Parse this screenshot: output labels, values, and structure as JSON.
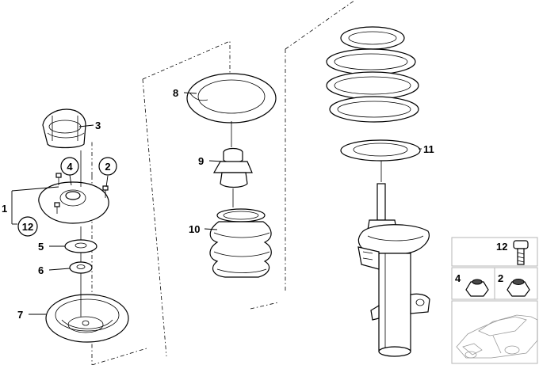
{
  "callouts": {
    "c1": "1",
    "c2": "2",
    "c3": "3",
    "c4": "4",
    "c5": "5",
    "c6": "6",
    "c7": "7",
    "c8": "8",
    "c9": "9",
    "c10": "10",
    "c11": "11",
    "c12": "12"
  },
  "inset": {
    "c12": "12",
    "c4": "4",
    "c2": "2"
  }
}
